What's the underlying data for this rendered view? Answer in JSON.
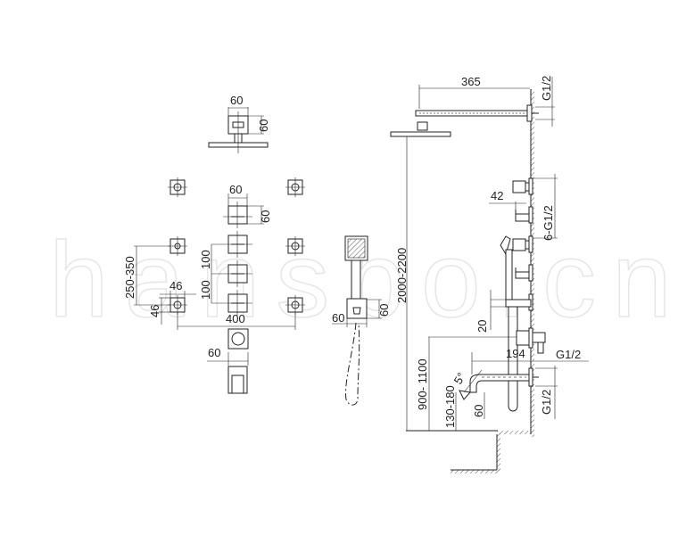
{
  "watermark": "hansbo.cn",
  "front_view": {
    "head_width": "60",
    "head_height": "60",
    "jet_block_width": "60",
    "jet_block_height": "60",
    "jet_spacing_1": "100",
    "jet_spacing_2": "100",
    "body_jet_vertical_range": "250-350",
    "body_jet_width": "46",
    "body_jet_height": "46",
    "body_jet_spacing": "400",
    "diverter_width": "60",
    "hand_shower_bracket_width": "60",
    "hand_shower_bracket_height": "60"
  },
  "side_view": {
    "arm_length": "365",
    "arm_thread": "G1/2",
    "head_height": "2000-2200",
    "jet_depth": "42",
    "jet_threads": "6-G1/2",
    "bracket_offset": "20",
    "diverter_height": "900- 1100",
    "spout_length": "194",
    "diverter_thread": "G1/2",
    "spout_angle": "5°",
    "spout_height": "130-180",
    "spout_drop": "60",
    "spout_thread": "G1/2"
  }
}
